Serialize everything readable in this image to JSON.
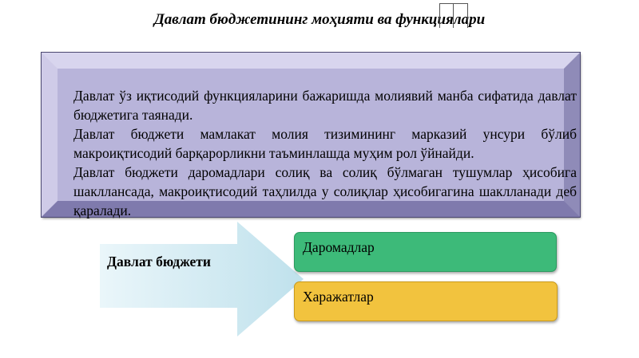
{
  "slide": {
    "title": "Давлат бюджетининг моҳияти ва функциялари",
    "paragraphs": [
      "Давлат ўз иқтисодий функцияларини бажаришда  молиявий манба сифатида давлат бюджетига таянади.",
      "Давлат бюджети мамлакат молия тизимининг  марказий унсури бўлиб макроиқтисодий барқарорликни таъминлашда муҳим рол ўйнайди.",
      "Давлат бюджети даромадлари солиқ ва солиқ бўлмаган тушумлар ҳисобига шаклланcада, макроиқтисодий таҳлилда у солиқлар ҳисобигагина шаклланади деб қаралади."
    ],
    "arrow_label": "Давлат бюджети",
    "items": [
      "Даромадлар",
      "Харажатлар"
    ]
  },
  "colors": {
    "panel": "#b8b4da",
    "income": "#3dba79",
    "expense": "#f2c33e",
    "arrow_start": "#cfe9f2",
    "arrow_end": "#eaf6fa"
  },
  "icons": [
    "placeholder-frame"
  ]
}
